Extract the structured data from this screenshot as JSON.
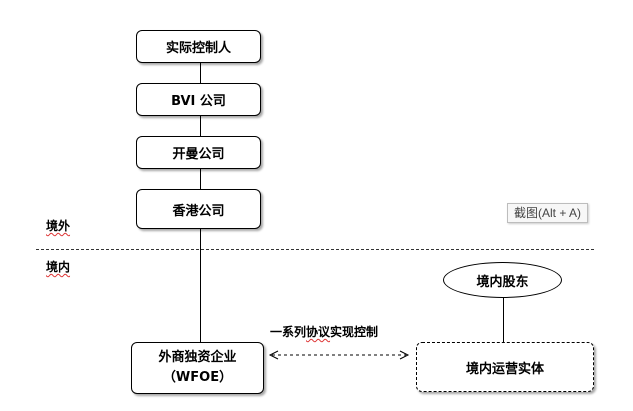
{
  "nodes": {
    "controller": "实际控制人",
    "bvi": "BVI 公司",
    "cayman": "开曼公司",
    "hongkong": "香港公司",
    "wfoe_line1": "外商独资企业",
    "wfoe_line2": "（WFOE）",
    "domestic_shareholder": "境内股东",
    "domestic_entity": "境内运营实体"
  },
  "regions": {
    "offshore": "境外",
    "onshore": "境内"
  },
  "arrow": {
    "label_prefix": "一系列",
    "label_underlined": "协议",
    "label_suffix": "实现控制"
  },
  "tooltip": {
    "text": "截图(Alt + A)"
  }
}
